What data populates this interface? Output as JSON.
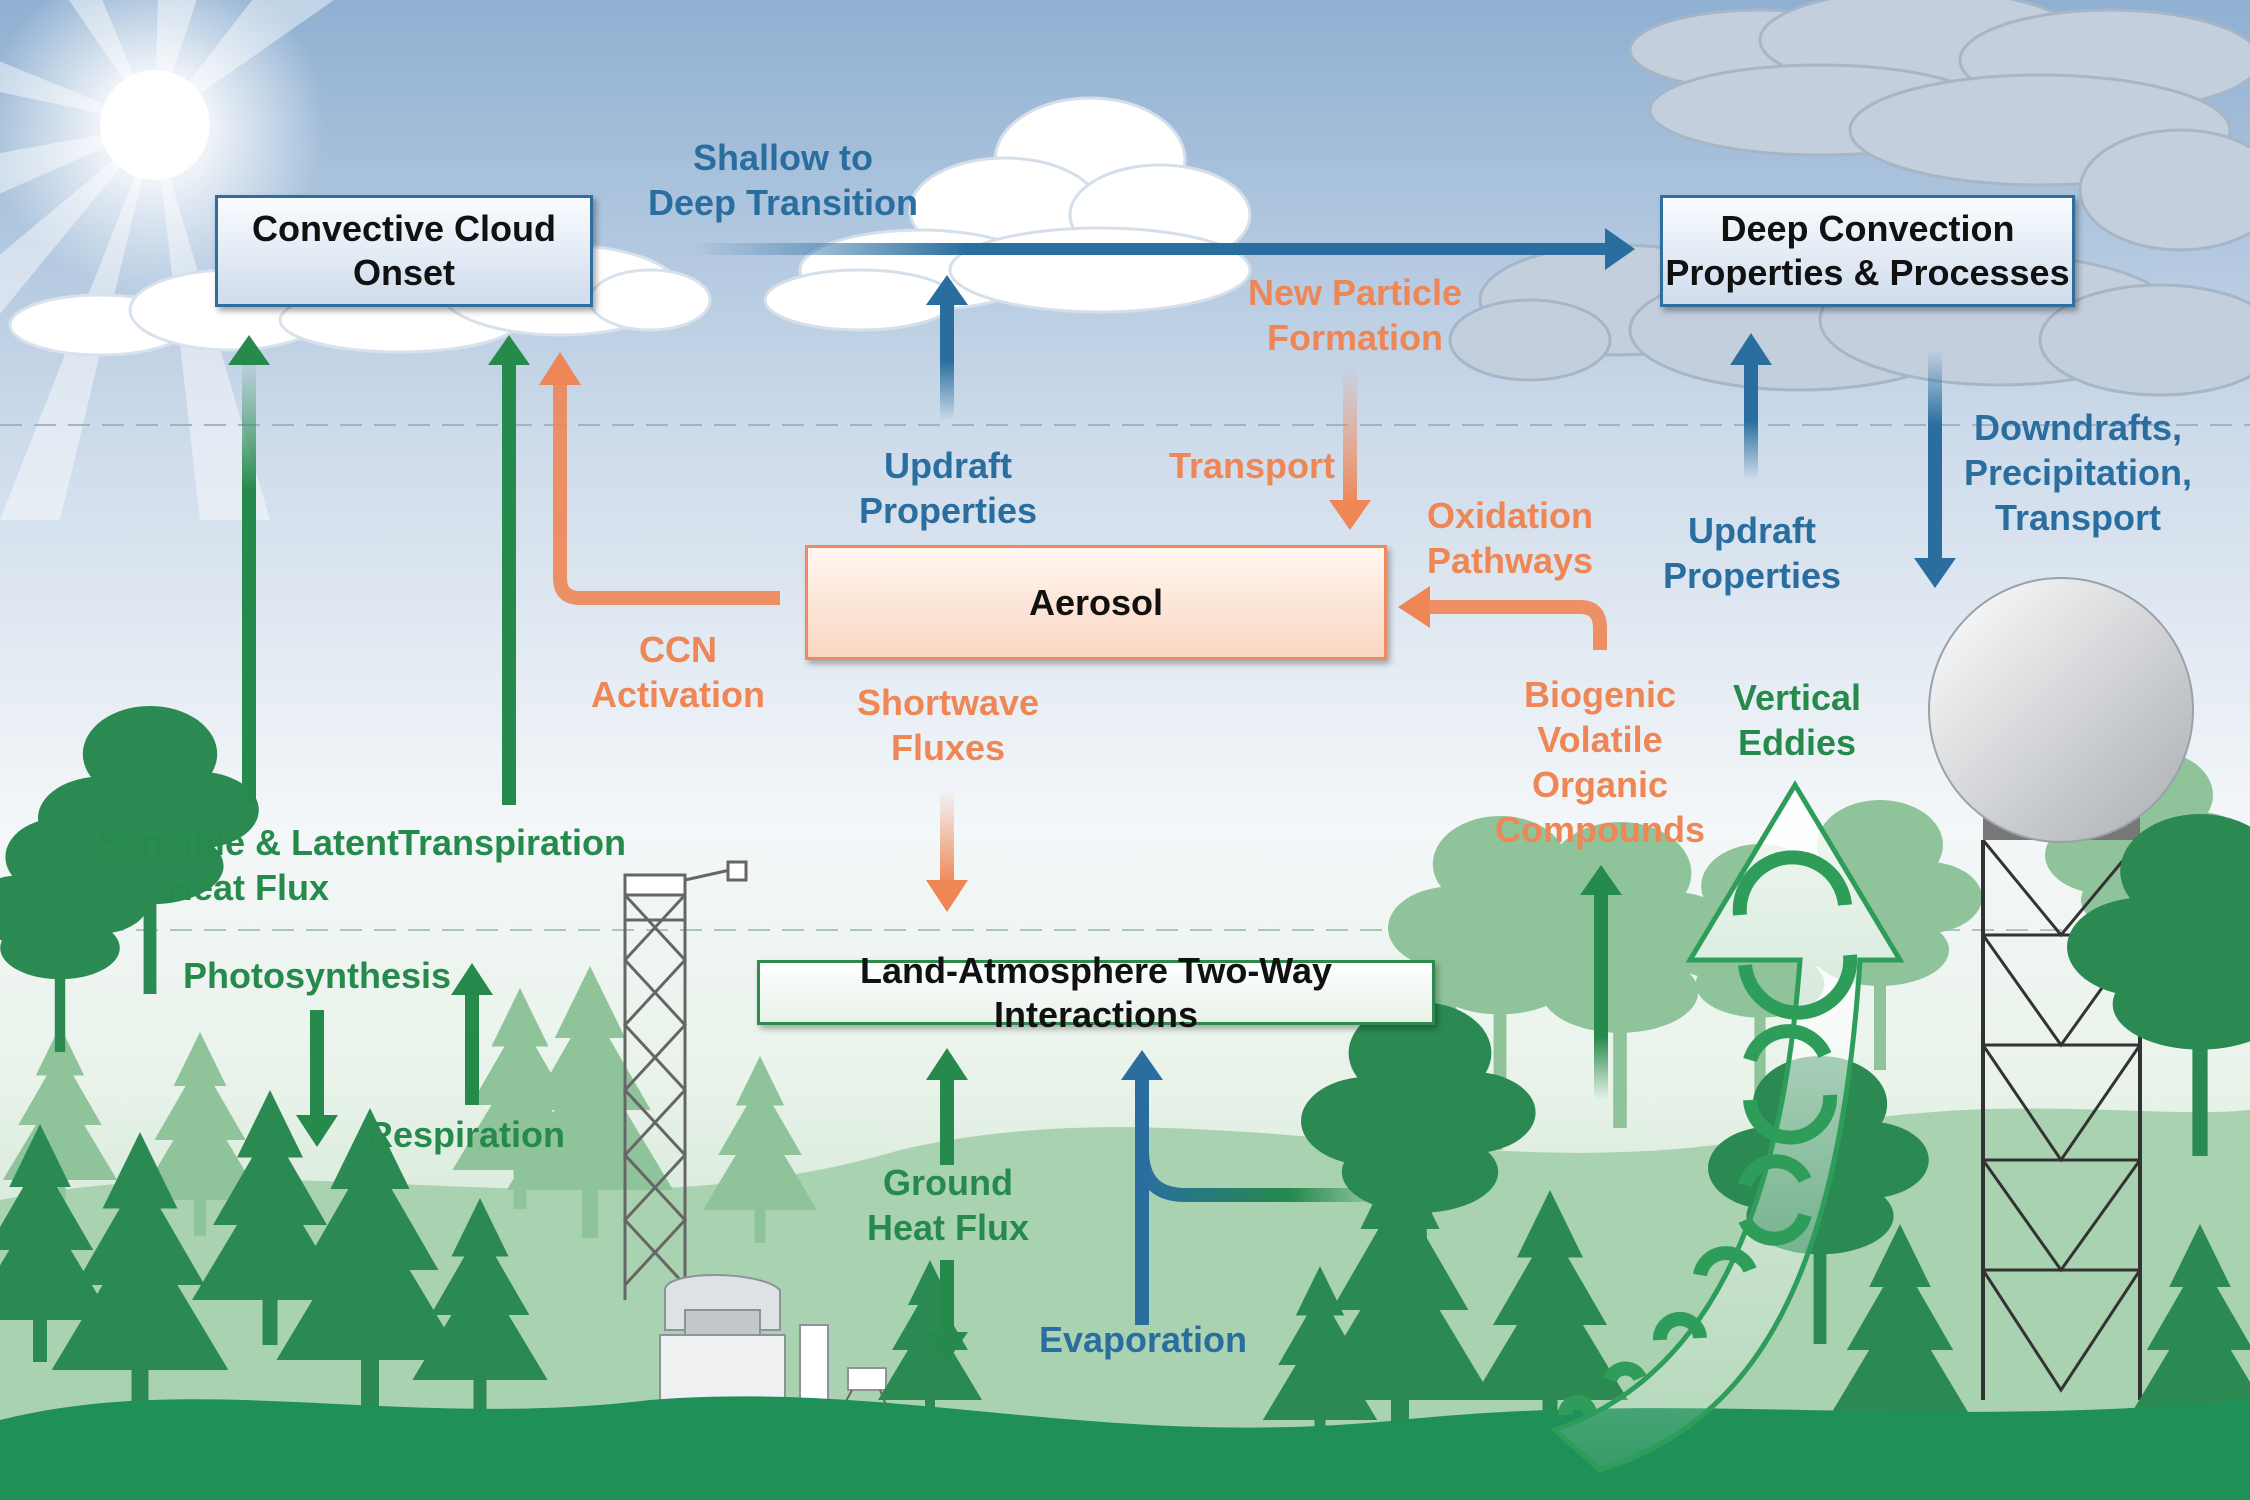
{
  "colors": {
    "blue": "#2a6e9f",
    "orange": "#ee8656",
    "green": "#268a4c"
  },
  "boxes": {
    "convective_cloud_onset": "Convective Cloud\nOnset",
    "deep_convection": "Deep Convection\nProperties & Processes",
    "aerosol": "Aerosol",
    "land_atmosphere": "Land-Atmosphere Two-Way Interactions"
  },
  "labels": {
    "shallow_to_deep": "Shallow to\nDeep Transition",
    "new_particle_formation": "New Particle\nFormation",
    "updraft_properties_center": "Updraft\nProperties",
    "transport": "Transport",
    "oxidation_pathways": "Oxidation\nPathways",
    "updraft_properties_right": "Updraft\nProperties",
    "downdrafts": "Downdrafts,\nPrecipitation,\nTransport",
    "ccn_activation": "CCN\nActivation",
    "shortwave_fluxes": "Shortwave\nFluxes",
    "biogenic_voc": "Biogenic\nVolatile\nOrganic\nCompounds",
    "vertical_eddies": "Vertical\nEddies",
    "sensible_latent": "Sensible & Latent\nHeat Flux",
    "transpiration": "Transpiration",
    "photosynthesis": "Photosynthesis",
    "respiration": "Respiration",
    "ground_heat_flux": "Ground\nHeat Flux",
    "evaporation": "Evaporation"
  }
}
